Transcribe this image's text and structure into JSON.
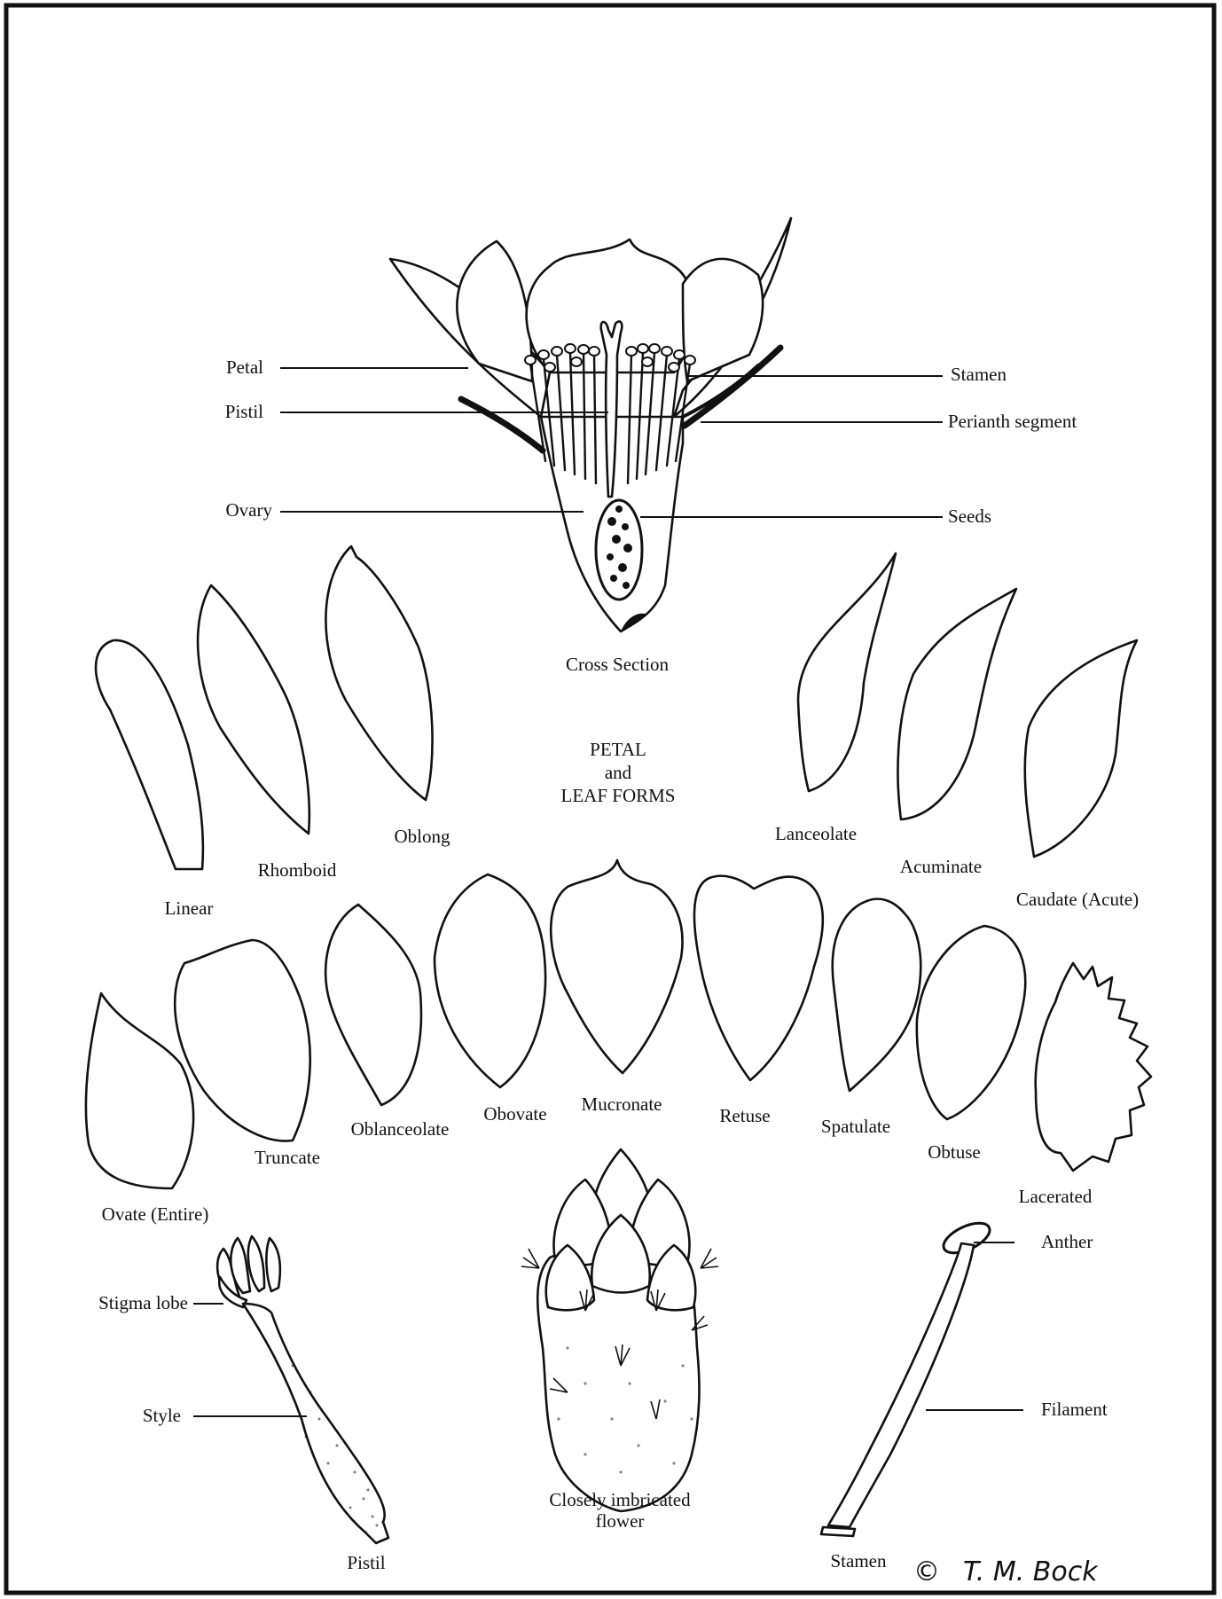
{
  "title": [
    "PETAL",
    "and",
    "LEAF FORMS"
  ],
  "cross_section": {
    "caption": "Cross Section",
    "left_labels": [
      "Petal",
      "Pistil",
      "Ovary"
    ],
    "right_labels": [
      "Stamen",
      "Perianth segment",
      "Seeds"
    ]
  },
  "row1_forms": [
    "Linear",
    "Rhomboid",
    "Oblong",
    "Lanceolate",
    "Acuminate",
    "Caudate (Acute)"
  ],
  "row2_forms": [
    "Ovate (Entire)",
    "Truncate",
    "Oblanceolate",
    "Obovate",
    "Mucronate",
    "Retuse",
    "Spatulate",
    "Obtuse",
    "Lacerated"
  ],
  "pistil": {
    "caption": "Pistil",
    "labels": [
      "Stigma lobe",
      "Style"
    ]
  },
  "flower": {
    "caption_line1": "Closely imbricated",
    "caption_line2": "flower"
  },
  "stamen": {
    "caption": "Stamen",
    "labels": [
      "Anther",
      "Filament"
    ]
  },
  "signature": {
    "copyright": "©",
    "artist": "T. M. Bock"
  }
}
